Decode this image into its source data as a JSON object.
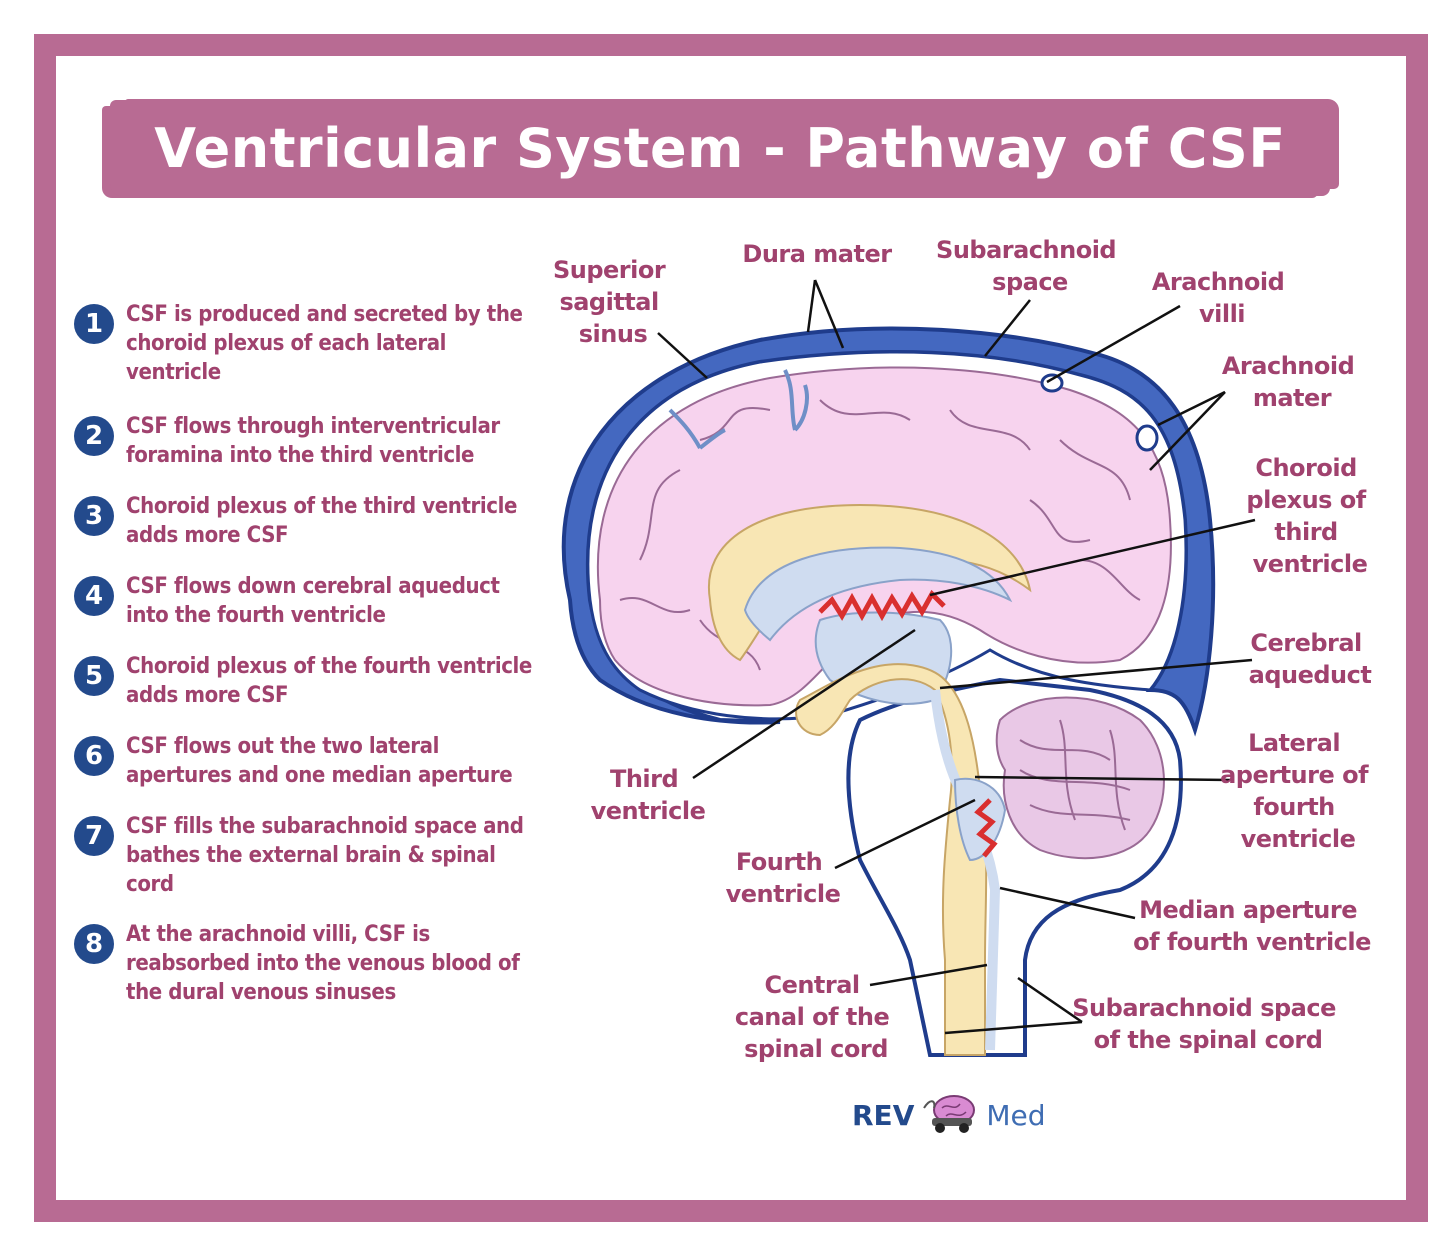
{
  "title": "Ventricular System - Pathway of CSF flow",
  "colors": {
    "frame": "#b86b93",
    "text": "#a0426e",
    "badge": "#234a8c",
    "dura": "#3a5fb8",
    "brain": "#f7d3ee",
    "ventricle": "#cfdcf0",
    "brainstem": "#f8e6b4",
    "choroid": "#d92f2f"
  },
  "steps": [
    {
      "num": "1",
      "text": "CSF is produced and secreted by the choroid plexus of each lateral ventricle"
    },
    {
      "num": "2",
      "text": "CSF flows through interventricular foramina into the third ventricle"
    },
    {
      "num": "3",
      "text": "Choroid plexus of the third ventricle adds more CSF"
    },
    {
      "num": "4",
      "text": "CSF flows down cerebral aqueduct into the fourth ventricle"
    },
    {
      "num": "5",
      "text": "Choroid plexus of the fourth ventricle adds more CSF"
    },
    {
      "num": "6",
      "text": "CSF flows out the two lateral apertures and one median aperture"
    },
    {
      "num": "7",
      "text": "CSF fills the subarachnoid space and bathes the external brain & spinal cord"
    },
    {
      "num": "8",
      "text": "At the arachnoid villi, CSF is reabsorbed into the venous blood of the dural venous sinuses"
    }
  ],
  "labels": {
    "superior_sagittal_sinus": [
      "Superior",
      "sagittal",
      "sinus"
    ],
    "dura_mater": [
      "Dura mater"
    ],
    "subarachnoid_space": [
      "Subarachnoid",
      "space"
    ],
    "arachnoid_villi": [
      "Arachnoid",
      "villi"
    ],
    "arachnoid_mater": [
      "Arachnoid",
      "mater"
    ],
    "choroid_plexus_third": [
      "Choroid",
      "plexus of",
      "third",
      "ventricle"
    ],
    "cerebral_aqueduct": [
      "Cerebral",
      "aqueduct"
    ],
    "lateral_aperture": [
      "Lateral",
      "aperture of",
      "fourth",
      "ventricle"
    ],
    "third_ventricle": [
      "Third",
      "ventricle"
    ],
    "fourth_ventricle": [
      "Fourth",
      "ventricle"
    ],
    "median_aperture": [
      "Median aperture",
      "of fourth ventricle"
    ],
    "central_canal": [
      "Central",
      "canal of the",
      "spinal cord"
    ],
    "subarachnoid_spinal": [
      "Subarachnoid space",
      "of the spinal cord"
    ]
  },
  "logo": {
    "left": "REV",
    "right": "Med",
    "icon": "brain-car-icon"
  }
}
